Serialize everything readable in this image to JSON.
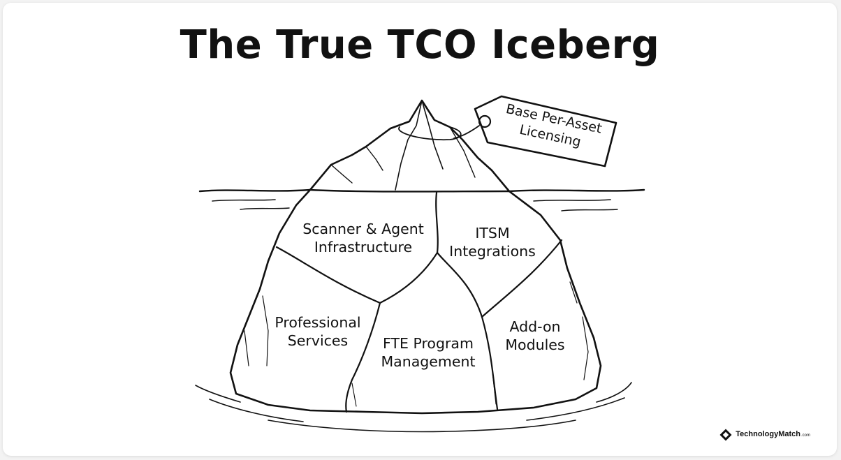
{
  "title": "The True TCO Iceberg",
  "tip_tag": {
    "line1": "Base Per-Asset",
    "line2": "Licensing"
  },
  "segments": [
    {
      "line1": "Scanner & Agent",
      "line2": "Infrastructure"
    },
    {
      "line1": "ITSM",
      "line2": "Integrations"
    },
    {
      "line1": "Professional",
      "line2": "Services"
    },
    {
      "line1": "FTE Program",
      "line2": "Management"
    },
    {
      "line1": "Add-on",
      "line2": "Modules"
    }
  ],
  "brand": {
    "name": "TechnologyMatch",
    "tld": ".com"
  },
  "colors": {
    "ink": "#111111",
    "background": "#ffffff"
  }
}
